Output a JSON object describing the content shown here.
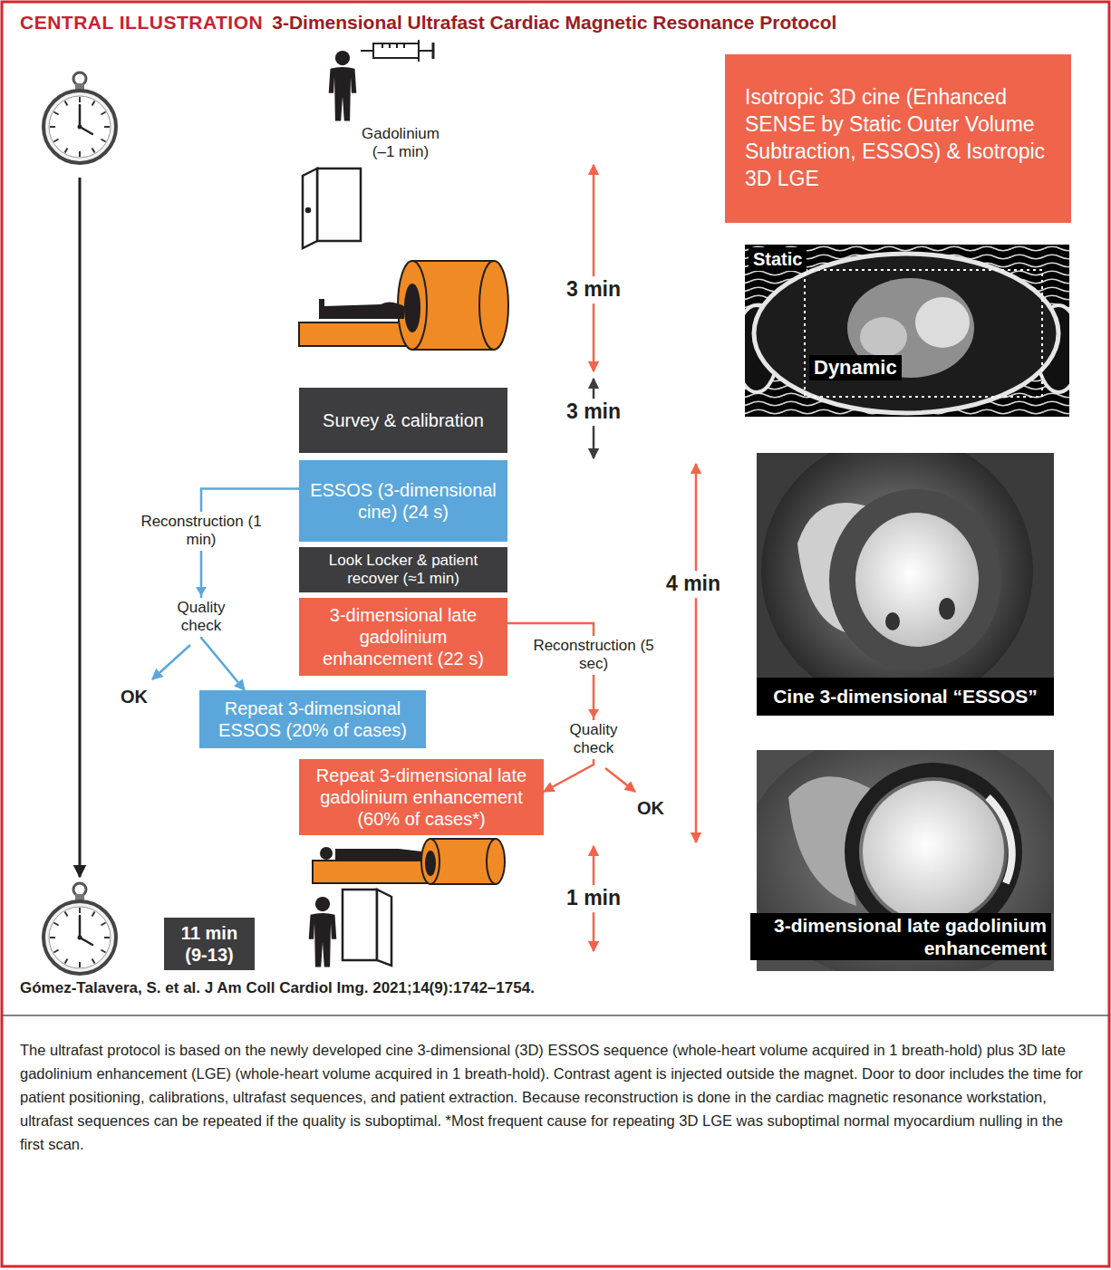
{
  "diagram": {
    "title": "3-Dimensional Ultrafast Cardiac Magnetic Resonance Protocol",
    "caption": "The ultrafast protocol is based on the newly developed cine 3-dimensional (3D) ESSOS sequence (whole-heart volume acquired in 1 breath-hold) plus 3D late gadolinium enhancement (LGE) (whole-heart volume acquired in 1 breath-hold). Contrast agent is injected outside the magnet. Door to door includes the time for patient positioning, calibrations, ultrafast sequences, and patient extraction. Because reconstruction is done in the cardiac magnetic resonance workstation, ultrafast sequences can be repeated if the quality is suboptimal. *Most frequent cause for repeating 3D LGE was suboptimal normal myocardium nulling in the first scan.",
    "nodes": [
      {
        "text": [
          "Isotropic 3D cine (Enhanced SENSE by Static Outer Volume Subtraction, ESSOS) & Isotropic 3D LGE"
        ]
      },
      {
        "text": [
          "Survey & calibration"
        ]
      },
      {
        "text": [
          "ESSOS (3-dimensional cine) (24 s)"
        ]
      },
      {
        "text": [
          "Look Locker & patient recover (≈1 min)"
        ]
      },
      {
        "text": [
          "3-dimensional late gadolinium enhancement (22 s)"
        ]
      },
      {
        "text": [
          "Repeat 3-dimensional ESSOS (20% of cases)"
        ]
      },
      {
        "text": [
          "Repeat 3-dimensional late gadolinium enhancement (60% of cases*)"
        ]
      },
      {
        "text": [
          "11 min (9-13)"
        ]
      }
    ],
    "edges": [
      {
        "from": 2,
        "to": 5,
        "arrow": "to"
      },
      {
        "from": 4,
        "to": 6,
        "arrow": "to"
      }
    ],
    "labels": [
      "CENTRAL ILLUSTRATION",
      "Gadolinium (–1 min)",
      "3 min",
      "3 min",
      "Reconstruction (1 min)",
      "4 min",
      "Quality check",
      "Reconstruction (5 sec)",
      "OK",
      "Quality check",
      "OK",
      "1 min",
      "Static",
      "Dynamic",
      "Cine 3-dimensional “ESSOS”",
      "3-dimensional late gadolinium enhancement",
      "Gómez-Talavera, S. et al. J Am Coll Cardiol Img. 2021;14(9):1742–1754."
    ]
  }
}
